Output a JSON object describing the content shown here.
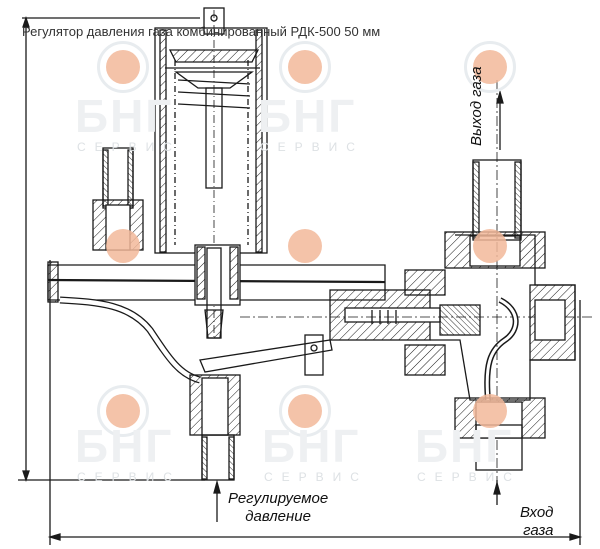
{
  "caption": "Регулятор давления газа комбинированный РДК-500 50 мм",
  "labels": {
    "outlet": "Выход газа",
    "regulated_line1": "Регулируемое",
    "regulated_line2": "давление",
    "inlet_line1": "Вход",
    "inlet_line2": "газа"
  },
  "watermark": {
    "brand": "БНГ",
    "sub": "СЕРВИС",
    "accent": "#f2b89a"
  },
  "colors": {
    "line": "#1a1a1a",
    "background": "#ffffff"
  }
}
